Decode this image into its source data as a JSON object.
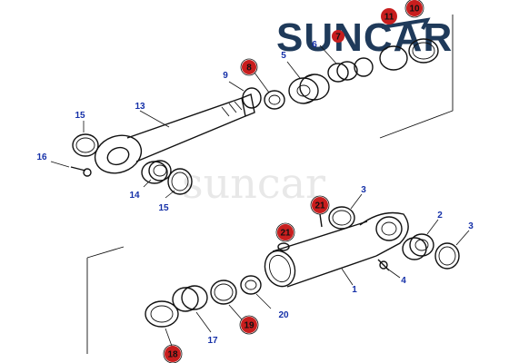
{
  "branding": {
    "logo_text": "SUNCAR",
    "watermark": "suncar",
    "logo_color": "#1f3a5a",
    "label_blue": "#1530a8",
    "label_red_fill": "#c81e1e"
  },
  "callouts": {
    "c1": "1",
    "c2": "2",
    "c3a": "3",
    "c3b": "3",
    "c4": "4",
    "c5": "5",
    "c6": "6",
    "c7": "7",
    "c8": "8",
    "c9": "9",
    "c10": "10",
    "c11": "11",
    "c13": "13",
    "c14": "14",
    "c15a": "15",
    "c15b": "15",
    "c16": "16",
    "c17": "17",
    "c18": "18",
    "c19": "19",
    "c20": "20",
    "c21a": "21",
    "c21b": "21"
  }
}
